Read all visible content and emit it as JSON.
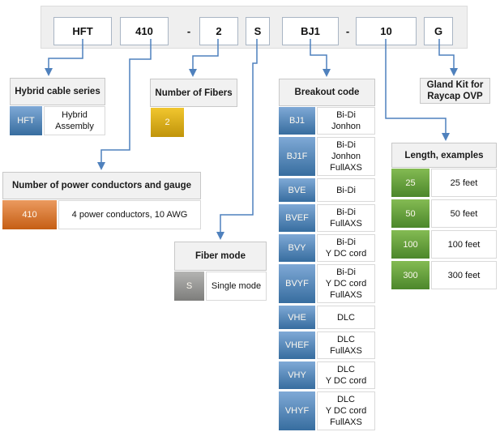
{
  "part_code": {
    "segments": [
      "HFT",
      "410",
      "-",
      "2",
      "S",
      "BJ1",
      "-",
      "10",
      "G"
    ]
  },
  "series": {
    "title": "Hybrid cable series",
    "code": "HFT",
    "desc": "Hybrid\nAssembly"
  },
  "fibers": {
    "title": "Number of Fibers",
    "code": "2"
  },
  "power": {
    "title": "Number of power conductors and gauge",
    "code": "410",
    "desc": "4 power conductors, 10 AWG"
  },
  "fiber_mode": {
    "title": "Fiber mode",
    "code": "S",
    "desc": "Single mode"
  },
  "breakout": {
    "title": "Breakout code",
    "rows": [
      {
        "code": "BJ1",
        "desc": "Bi-Di\nJonhon"
      },
      {
        "code": "BJ1F",
        "desc": "Bi-Di\nJonhon\nFullAXS"
      },
      {
        "code": "BVE",
        "desc": "Bi-Di"
      },
      {
        "code": "BVEF",
        "desc": "Bi-Di\nFullAXS"
      },
      {
        "code": "BVY",
        "desc": "Bi-Di\nY DC cord"
      },
      {
        "code": "BVYF",
        "desc": "Bi-Di\nY DC cord\nFullAXS"
      },
      {
        "code": "VHE",
        "desc": "DLC"
      },
      {
        "code": "VHEF",
        "desc": "DLC\nFullAXS"
      },
      {
        "code": "VHY",
        "desc": "DLC\nY DC cord"
      },
      {
        "code": "VHYF",
        "desc": "DLC\nY DC cord\nFullAXS"
      }
    ]
  },
  "gland": {
    "label": "Gland Kit for\nRaycap OVP"
  },
  "lengths": {
    "title": "Length, examples",
    "rows": [
      {
        "code": "25",
        "desc": "25 feet"
      },
      {
        "code": "50",
        "desc": "50 feet"
      },
      {
        "code": "100",
        "desc": "100 feet"
      },
      {
        "code": "300",
        "desc": "300 feet"
      }
    ]
  },
  "colors": {
    "connector": "#4f81bd",
    "blue_top": "#7fa9d6",
    "blue_bottom": "#376d9f",
    "orange_top": "#eb9a5f",
    "orange_bottom": "#c55e14",
    "gold_top": "#f1c62f",
    "gold_bottom": "#c0940a",
    "green_top": "#84bb53",
    "green_bottom": "#4c872b",
    "gray_top": "#b4b4b2",
    "gray_bottom": "#7d7d7b",
    "header_bg": "#f1f1f1",
    "header_border": "#c8c8c8",
    "box_border": "#a9b5c4",
    "container_bg": "#efefef"
  }
}
